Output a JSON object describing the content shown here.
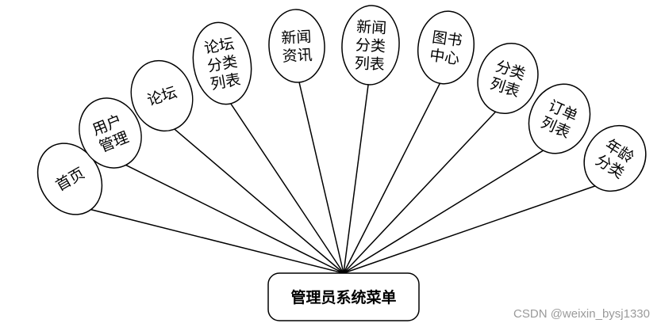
{
  "diagram": {
    "root": {
      "label": "管理员系统菜单"
    },
    "nodes": [
      {
        "id": "home",
        "lines": [
          "首页"
        ]
      },
      {
        "id": "user-management",
        "lines": [
          "用户",
          "管理"
        ]
      },
      {
        "id": "forum",
        "lines": [
          "论坛"
        ]
      },
      {
        "id": "forum-category-list",
        "lines": [
          "论坛",
          "分类",
          "列表"
        ]
      },
      {
        "id": "news-info",
        "lines": [
          "新闻",
          "资讯"
        ]
      },
      {
        "id": "news-category-list",
        "lines": [
          "新闻",
          "分类",
          "列表"
        ]
      },
      {
        "id": "book-center",
        "lines": [
          "图书",
          "中心"
        ]
      },
      {
        "id": "category-list",
        "lines": [
          "分类",
          "列表"
        ]
      },
      {
        "id": "order-list",
        "lines": [
          "订单",
          "列表"
        ]
      },
      {
        "id": "age-category",
        "lines": [
          "年龄",
          "分类"
        ]
      }
    ]
  },
  "watermark": "CSDN @weixin_bysj1330"
}
